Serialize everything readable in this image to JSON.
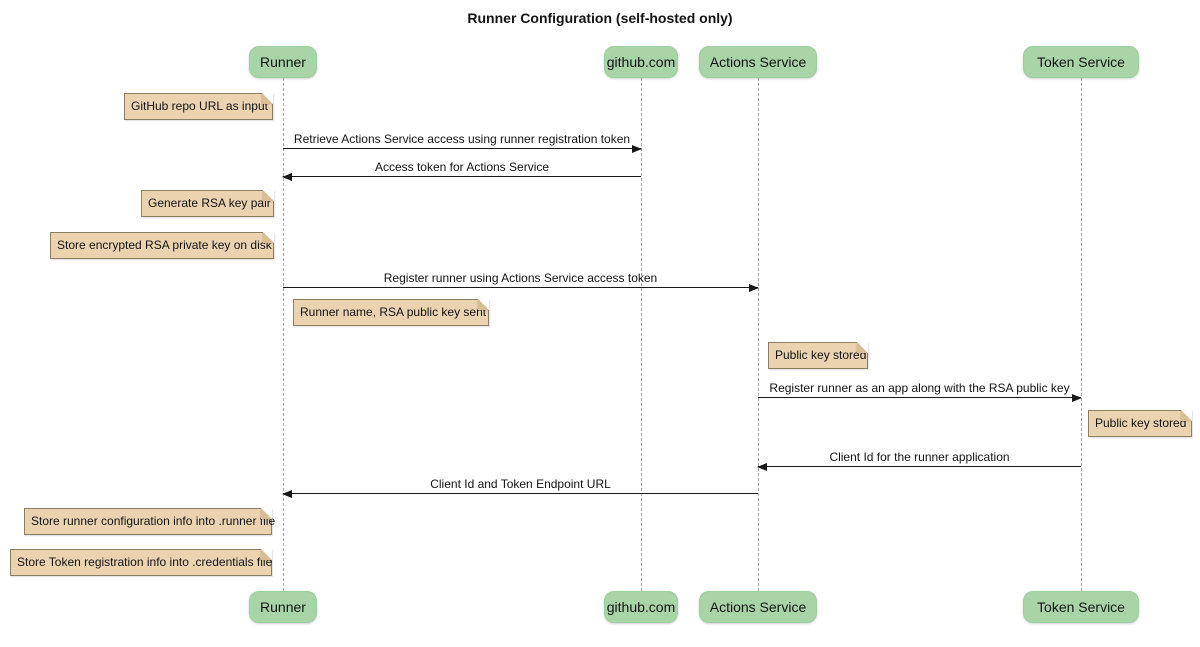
{
  "title": "Runner Configuration (self-hosted only)",
  "participants": [
    {
      "id": "runner",
      "label": "Runner"
    },
    {
      "id": "github",
      "label": "github.com"
    },
    {
      "id": "actions",
      "label": "Actions Service"
    },
    {
      "id": "token",
      "label": "Token Service"
    }
  ],
  "messages": [
    {
      "from": "Runner",
      "to": "github.com",
      "direction": "right",
      "label": "Retrieve Actions Service access using runner registration token"
    },
    {
      "from": "github.com",
      "to": "Runner",
      "direction": "left",
      "label": "Access token for Actions Service"
    },
    {
      "from": "Runner",
      "to": "Actions Service",
      "direction": "right",
      "label": "Register runner using Actions Service access token"
    },
    {
      "from": "Actions Service",
      "to": "Token Service",
      "direction": "right",
      "label": "Register runner as an app along with the RSA public key"
    },
    {
      "from": "Token Service",
      "to": "Actions Service",
      "direction": "left",
      "label": "Client Id for the runner application"
    },
    {
      "from": "Actions Service",
      "to": "Runner",
      "direction": "left",
      "label": "Client Id and Token Endpoint URL"
    }
  ],
  "notes": [
    {
      "over": "Runner",
      "label": "GitHub repo URL as input"
    },
    {
      "over": "Runner",
      "label": "Generate RSA key pair"
    },
    {
      "over": "Runner",
      "label": "Store encrypted RSA private key on disk"
    },
    {
      "over": "Runner",
      "label": "Runner name, RSA public key sent"
    },
    {
      "over": "Actions Service",
      "label": "Public key stored"
    },
    {
      "over": "Token Service",
      "label": "Public key stored"
    },
    {
      "over": "Runner",
      "label": "Store runner configuration info into .runner file"
    },
    {
      "over": "Runner",
      "label": "Store Token registration info into .credentials file"
    }
  ],
  "colors": {
    "participant_fill": "#a8d4a8",
    "participant_border": "#9bcf9b",
    "note_fill": "#ebd3b0",
    "note_border": "#8a7f64",
    "note_fold": "#d9bd93",
    "lifeline": "#a6a6a6",
    "arrow": "#181818",
    "background": "#ffffff",
    "text": "#131313"
  }
}
